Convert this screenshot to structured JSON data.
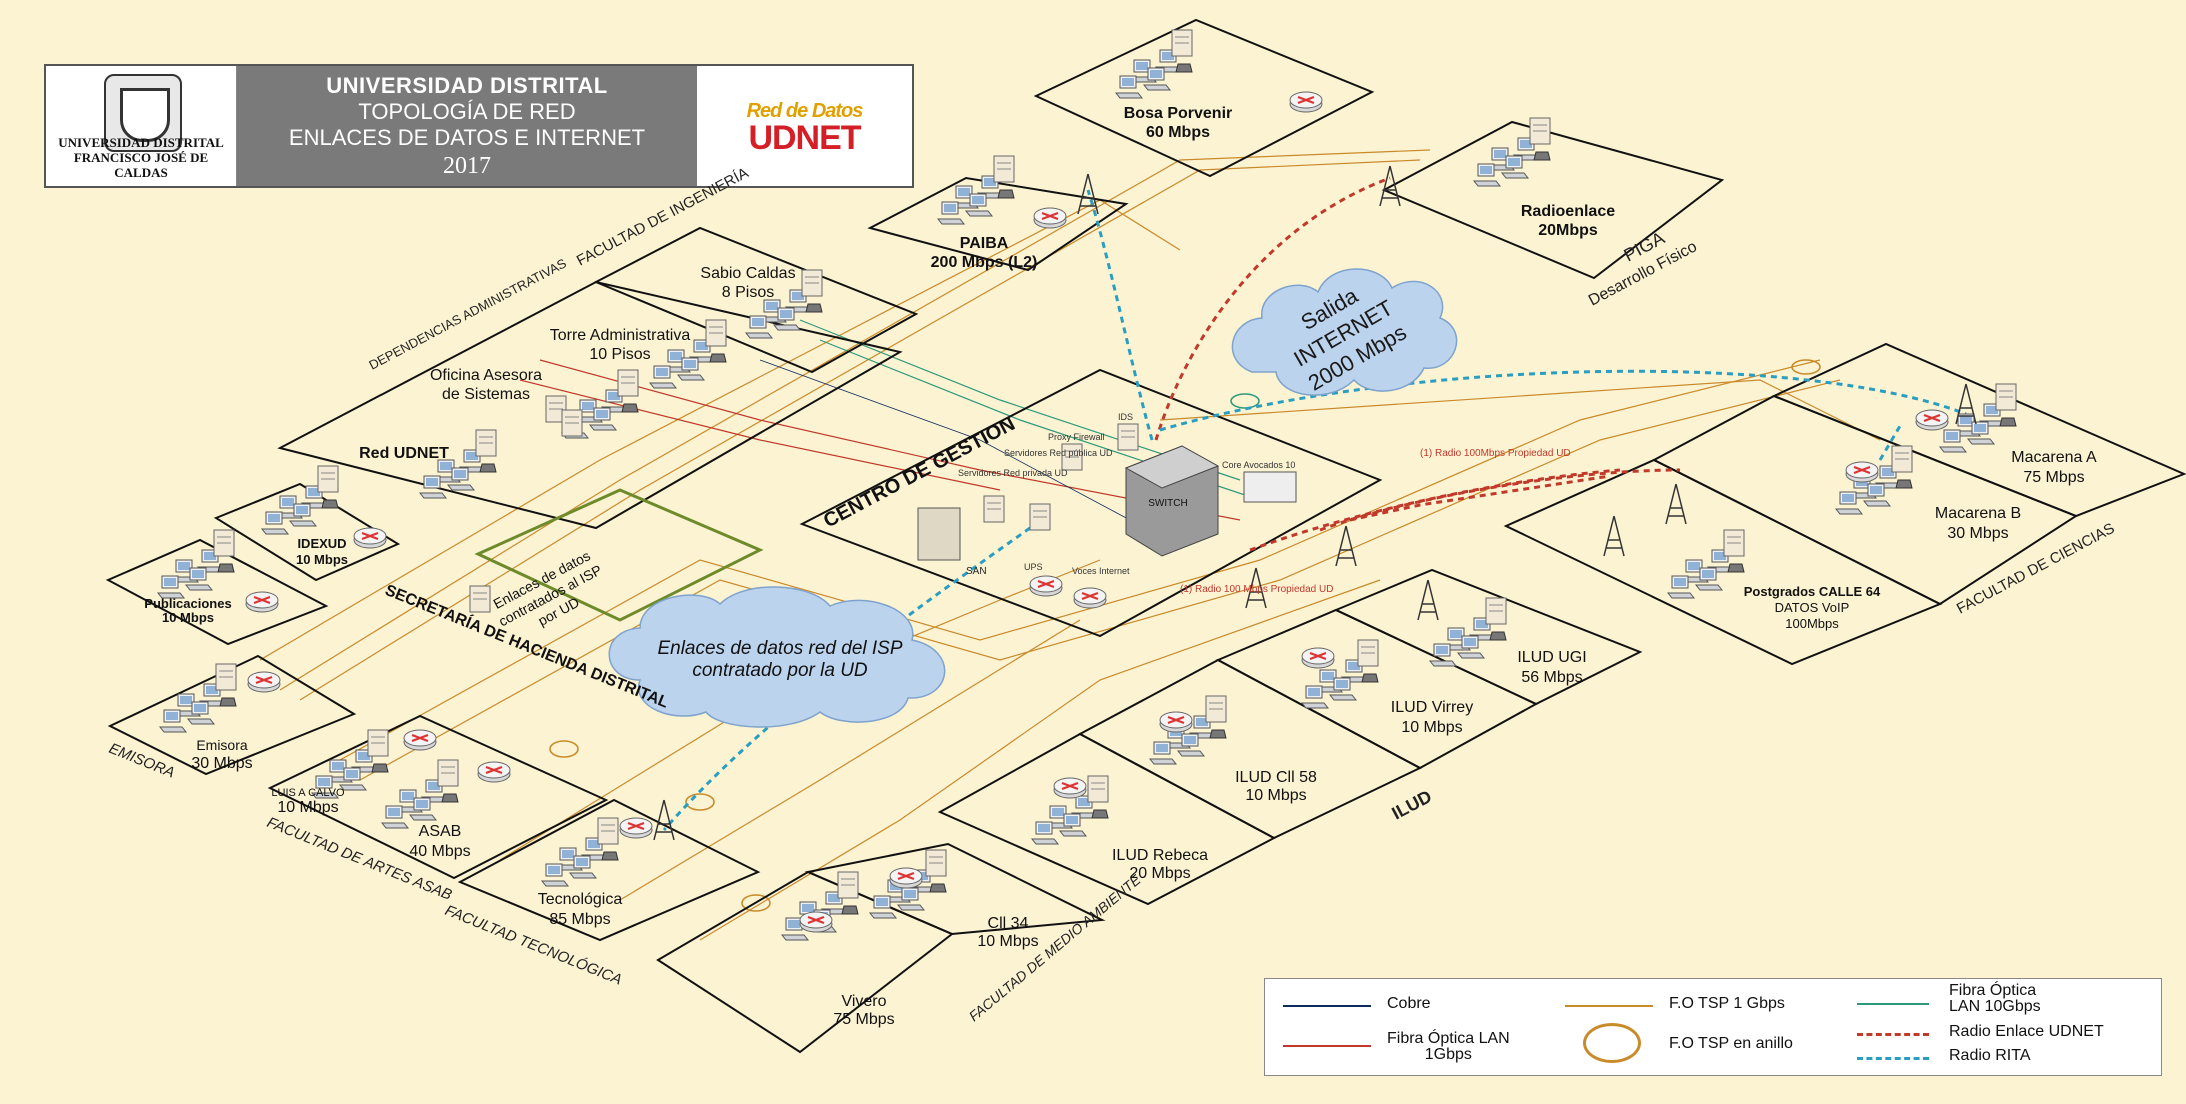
{
  "header": {
    "org_line1": "UNIVERSIDAD DISTRITAL",
    "org_line2": "FRANCISCO JOSÉ DE CALDAS",
    "title_line1": "UNIVERSIDAD DISTRITAL",
    "title_line2": "TOPOLOGÍA DE RED",
    "title_line3": "ENLACES DE DATOS E INTERNET",
    "year": "2017",
    "brand_top": "Red de Datos",
    "brand_main": "UDNET"
  },
  "nodes": {
    "bosa": {
      "name": "Bosa Porvenir",
      "speed": "60 Mbps"
    },
    "paiba": {
      "name": "PAIBA",
      "speed": "200  Mbps (L2)"
    },
    "radioenlace": {
      "name": "Radioenlace",
      "speed": "20Mbps"
    },
    "sabio": {
      "name": "Sabio Caldas",
      "speed": "8 Pisos"
    },
    "torre": {
      "name": "Torre Administrativa",
      "speed": "10  Pisos"
    },
    "oficina": {
      "name": "Oficina Asesora",
      "speed": "de Sistemas"
    },
    "red_udnet": {
      "name": "Red UDNET"
    },
    "idexud": {
      "name": "IDEXUD",
      "speed": "10 Mbps"
    },
    "publicaciones": {
      "name": "Publicaciones",
      "speed": "10 Mbps"
    },
    "emisora": {
      "name": "Emisora",
      "speed": "30 Mbps"
    },
    "luis_calvo": {
      "name": "LUIS A CALVO",
      "speed": "10 Mbps"
    },
    "asab": {
      "name": "ASAB",
      "speed": "40 Mbps"
    },
    "tecnologica": {
      "name": "Tecnológica",
      "speed": "85 Mbps"
    },
    "vivero": {
      "name": "Vivero",
      "speed": "75 Mbps"
    },
    "cll34": {
      "name": "Cll 34",
      "speed": "10 Mbps"
    },
    "ilud_rebeca": {
      "name": "ILUD Rebeca",
      "speed": "20  Mbps"
    },
    "ilud_cll58": {
      "name": "ILUD Cll 58",
      "speed": "10  Mbps"
    },
    "ilud_virrey": {
      "name": "ILUD Virrey",
      "speed": "10 Mbps"
    },
    "ilud_ugi": {
      "name": "ILUD UGI",
      "speed": "56 Mbps"
    },
    "postgrados": {
      "name": "Postgrados  CALLE 64",
      "line2": "DATOS VoIP",
      "speed": "100Mbps"
    },
    "macarena_a": {
      "name": "Macarena A",
      "speed": "75 Mbps"
    },
    "macarena_b": {
      "name": "Macarena B",
      "speed": "30  Mbps"
    },
    "centro": {
      "name": "CENTRO DE GESTION",
      "switch": "SWITCH",
      "san": "SAN",
      "servidores_publica": "Servidores Red pública UD",
      "servidores_privada": "Servidores Red privada UD",
      "proxy": "Proxy Firewall",
      "ids": "IDS",
      "core": "Core Avocados 10",
      "ups": "UPS",
      "voz": "Voces Internet"
    },
    "hacienda": {
      "name": "SECRETARÍA DE HACIENDA DISTRITAL"
    }
  },
  "groups": {
    "ingenieria": "FACULTAD DE INGENIERÍA",
    "dependencias": "DEPENDENCIAS ADMINISTRATIVAS",
    "piga": "PIGA",
    "piga2": "Desarrollo Físico",
    "emisora": "EMISORA",
    "artes": "FACULTAD DE ARTES ASAB",
    "tecnologica": "FACULTAD TECNOLÓGICA",
    "medio_ambiente": "FACULTAD DE MEDIO AMBIENTE",
    "ilud": "ILUD",
    "ciencias": "FACULTAD DE CIENCIAS"
  },
  "clouds": {
    "internet": {
      "line1": "Salida",
      "line2": "INTERNET",
      "line3": "2000 Mbps"
    },
    "isp": {
      "line1": "Enlaces de datos red del ISP",
      "line2": "contratado por la UD"
    }
  },
  "enlaces_box": {
    "line1": "Enlaces de datos",
    "line2": "contratados al ISP",
    "line3": "por UD"
  },
  "radio_notes": {
    "n1": "(1) Radio 100Mbps Propiedad UD",
    "n2": "(1) Radio 100 Mbps Propiedad UD"
  },
  "legend": {
    "cobre": "Cobre",
    "fo_tsp_1g": "F.O TSP 1 Gbps",
    "fibra_10g_l1": "Fibra Óptica",
    "fibra_10g_l2": "LAN 10Gbps",
    "fibra_1g_l1": "Fibra Óptica LAN",
    "fibra_1g_l2": "1Gbps",
    "fo_anillo": "F.O TSP en anillo",
    "radio_udnet": "Radio Enlace UDNET",
    "radio_rita": "Radio RITA"
  },
  "colors": {
    "cobre": "#0d2a5c",
    "fo_tsp": "#c98a2a",
    "fibra_10g": "#2e9a7a",
    "fibra_1g": "#c0392b",
    "radio_udnet": "#c0392b",
    "radio_rita": "#2a9ec0",
    "cloud": "#bcd3ee"
  }
}
